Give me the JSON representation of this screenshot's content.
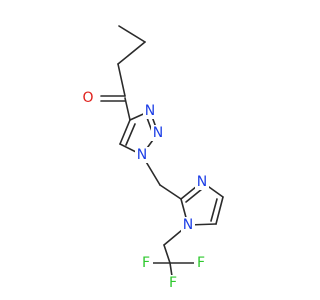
{
  "molecule": {
    "atom_labels": {
      "O": "O",
      "N1": "N",
      "N2": "N",
      "N3": "N",
      "N4": "N",
      "N5": "N",
      "F1": "F",
      "F2": "F",
      "F3": "F"
    },
    "colors": {
      "bond": "#2b2b2b",
      "oxygen": "#e0201b",
      "nitrogen": "#1c3ee6",
      "fluorine": "#2ec82e"
    }
  }
}
